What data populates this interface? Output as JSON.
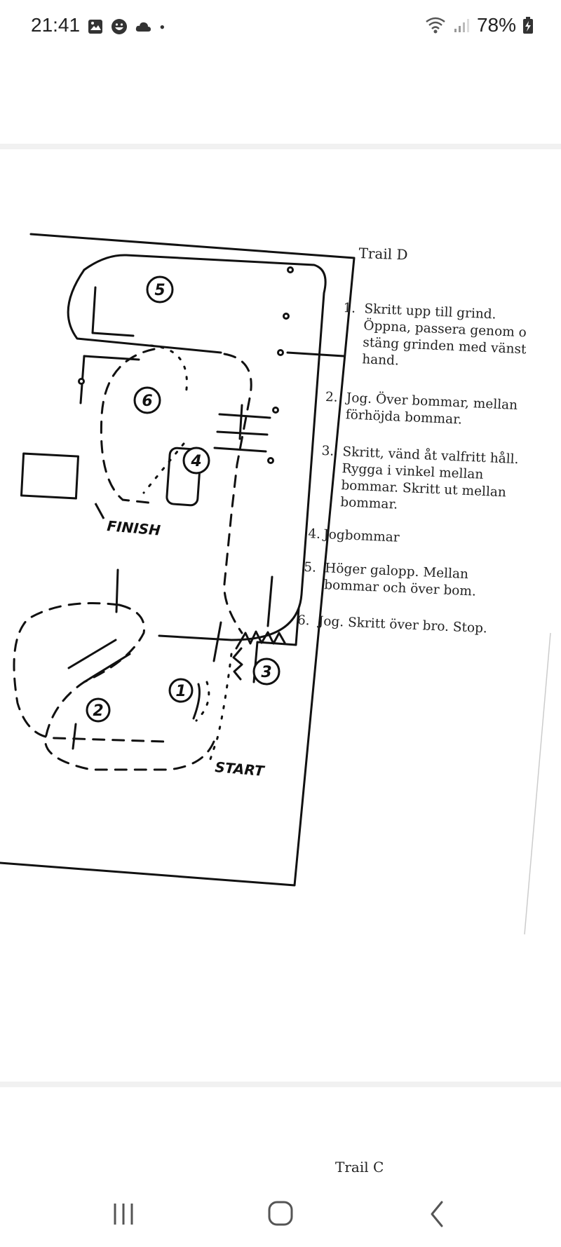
{
  "status_bar": {
    "time": "21:41",
    "left_icons": [
      "gallery-icon",
      "emoji-icon",
      "cloud-icon",
      "dot-icon"
    ],
    "right_icons": [
      "wifi-icon",
      "signal-icon",
      "battery-charging-icon"
    ],
    "battery": "78%"
  },
  "document": {
    "title": "Trail D",
    "steps": [
      {
        "num": "1.",
        "lines": [
          "Skritt upp till grind.",
          "Öppna, passera genom o",
          "stäng grinden med vänst",
          "hand."
        ]
      },
      {
        "num": "2.",
        "lines": [
          "Jog. Över bommar, mellan",
          "förhöjda bommar."
        ]
      },
      {
        "num": "3.",
        "lines": [
          "Skritt, vänd åt valfritt håll.",
          "Rygga i vinkel mellan",
          "bommar. Skritt ut mellan",
          "bommar."
        ]
      },
      {
        "num": "4.",
        "lines": [
          "Jogbommar"
        ]
      },
      {
        "num": "5.",
        "lines": [
          "Höger galopp. Mellan",
          "bommar och över bom."
        ]
      },
      {
        "num": "6.",
        "lines": [
          "Jog. Skritt över bro. Stop."
        ]
      }
    ],
    "map_labels": {
      "finish": "FINISH",
      "start": "START",
      "obstacle_numbers": [
        "1",
        "2",
        "3",
        "4",
        "5",
        "6"
      ]
    },
    "next_page_title": "Trail C"
  },
  "nav_bar": {
    "buttons": [
      "recents-icon",
      "home-icon",
      "back-icon"
    ]
  }
}
